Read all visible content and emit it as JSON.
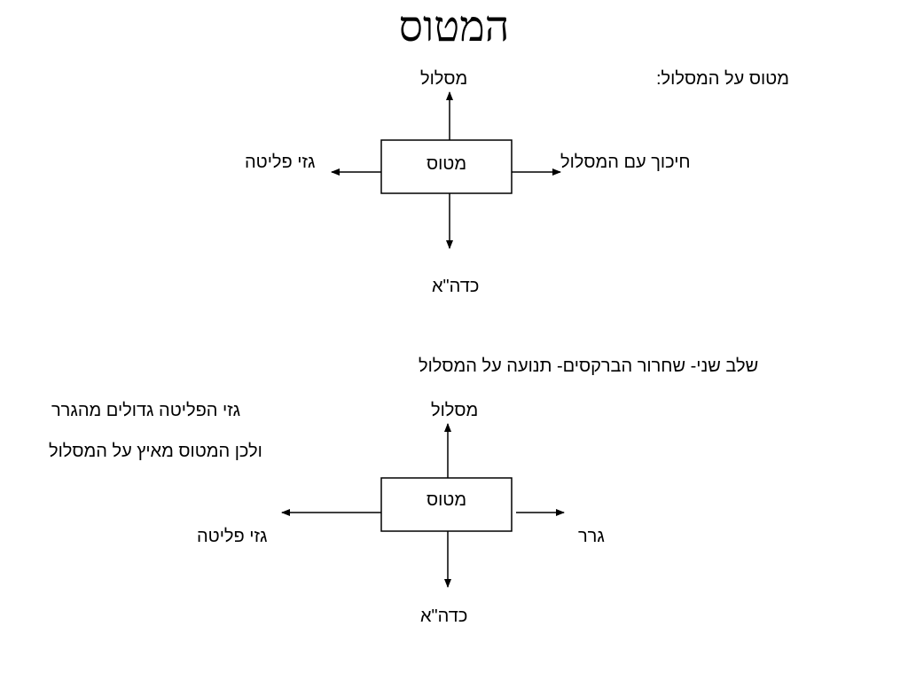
{
  "title": "המטוס",
  "colors": {
    "background": "#ffffff",
    "ink": "#000000"
  },
  "diagram1": {
    "heading": "מטוס על המסלול:",
    "box_label": "מטוס",
    "up_label": "מסלול",
    "left_label": "גזי פליטה",
    "right_label": "חיכוך עם המסלול",
    "down_label": "כדה\"א"
  },
  "diagram2": {
    "heading": "שלב שני- שחרור הברקסים- תנועה על המסלול",
    "note_line1": "גזי הפליטה גדולים מהגרר",
    "note_line2": "ולכן המטוס מאיץ על המסלול",
    "box_label": "מטוס",
    "up_label": "מסלול",
    "left_label": "גזי פליטה",
    "right_label": "גרר",
    "down_label": "כדה\"א"
  }
}
